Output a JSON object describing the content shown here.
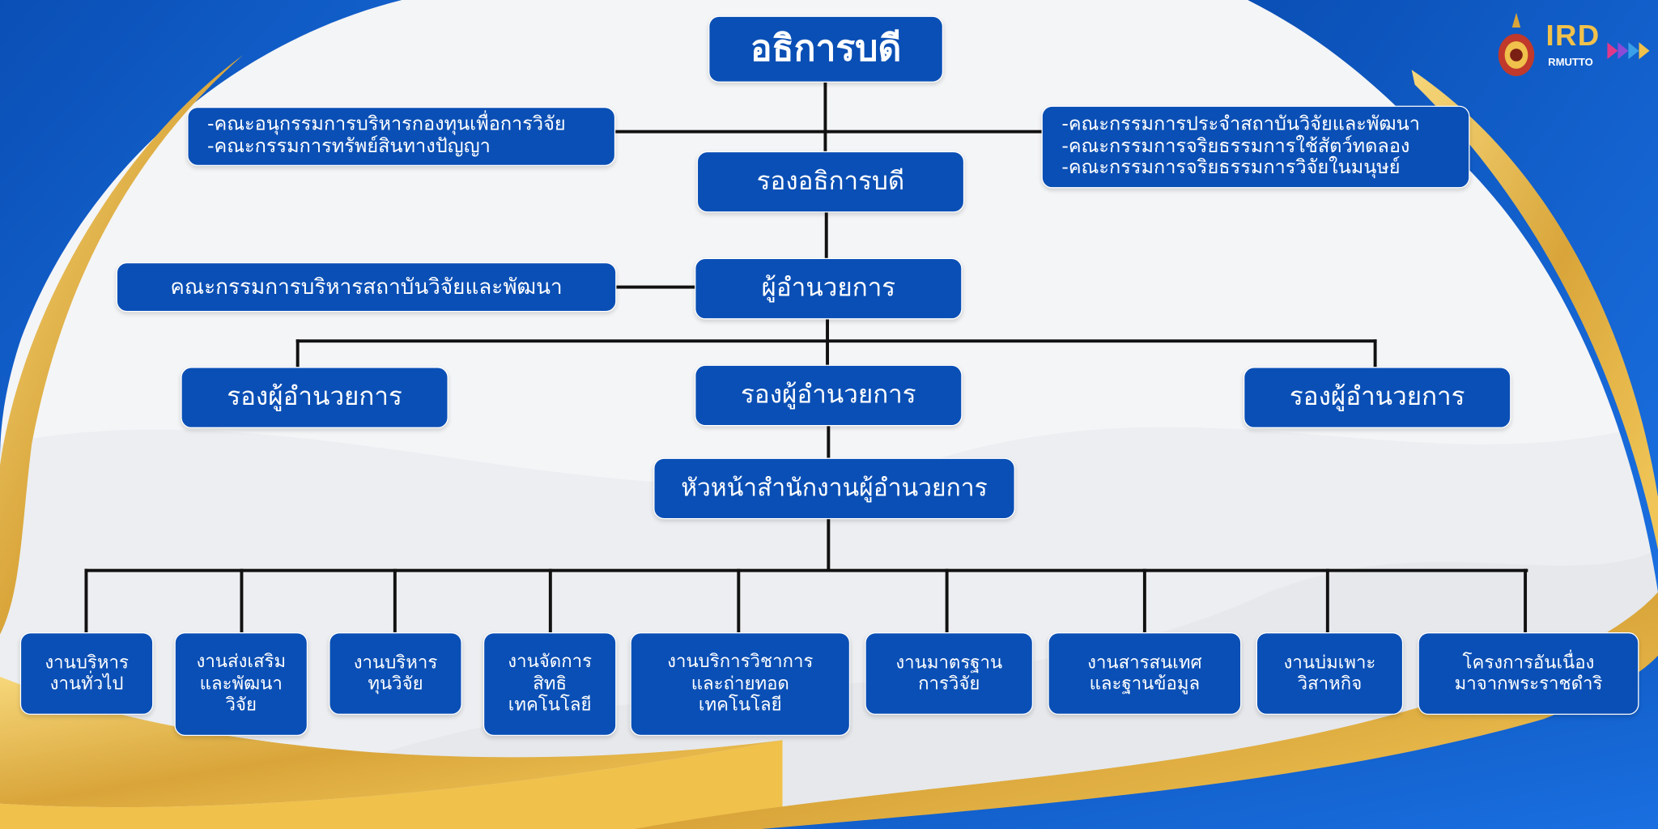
{
  "colors": {
    "box": "#0a4fb5",
    "text": "#ffffff",
    "connector": "#111111",
    "gold": "#f0c14b",
    "blue": "#0b5fc9"
  },
  "logo": {
    "text_ird": "IRD",
    "text_sub": "RMUTTO"
  },
  "president": "อธิการบดี",
  "president_committees": "-คณะอนุกรรมการบริหารกองทุนเพื่อการวิจัย\n-คณะกรรมการทรัพย์สินทางปัญญา",
  "institute_committees": "-คณะกรรมการประจำสถาบันวิจัยและพัฒนา\n-คณะกรรมการจริยธรรมการใช้สัตว์ทดลอง\n-คณะกรรมการจริยธรรมการวิจัยในมนุษย์",
  "vice_president": "รองอธิการบดี",
  "admin_committee": "คณะกรรมการบริหารสถาบันวิจัยและพัฒนา",
  "director": "ผู้อำนวยการ",
  "deputy_directors": [
    "รองผู้อำนวยการ",
    "รองผู้อำนวยการ",
    "รองผู้อำนวยการ"
  ],
  "office_head": "หัวหน้าสำนักงานผู้อำนวยการ",
  "units": [
    "งานบริหาร\nงานทั่วไป",
    "งานส่งเสริม\nและพัฒนา\nวิจัย",
    "งานบริหาร\nทุนวิจัย",
    "งานจัดการ\nสิทธิ\nเทคโนโลยี",
    "งานบริการวิชาการ\nและถ่ายทอด\nเทคโนโลยี",
    "งานมาตรฐาน\nการวิจัย",
    "งานสารสนเทศ\nและฐานข้อมูล",
    "งานบ่มเพาะ\nวิสาหกิจ",
    "โครงการอันเนื่อง\nมาจากพระราชดำริ"
  ]
}
